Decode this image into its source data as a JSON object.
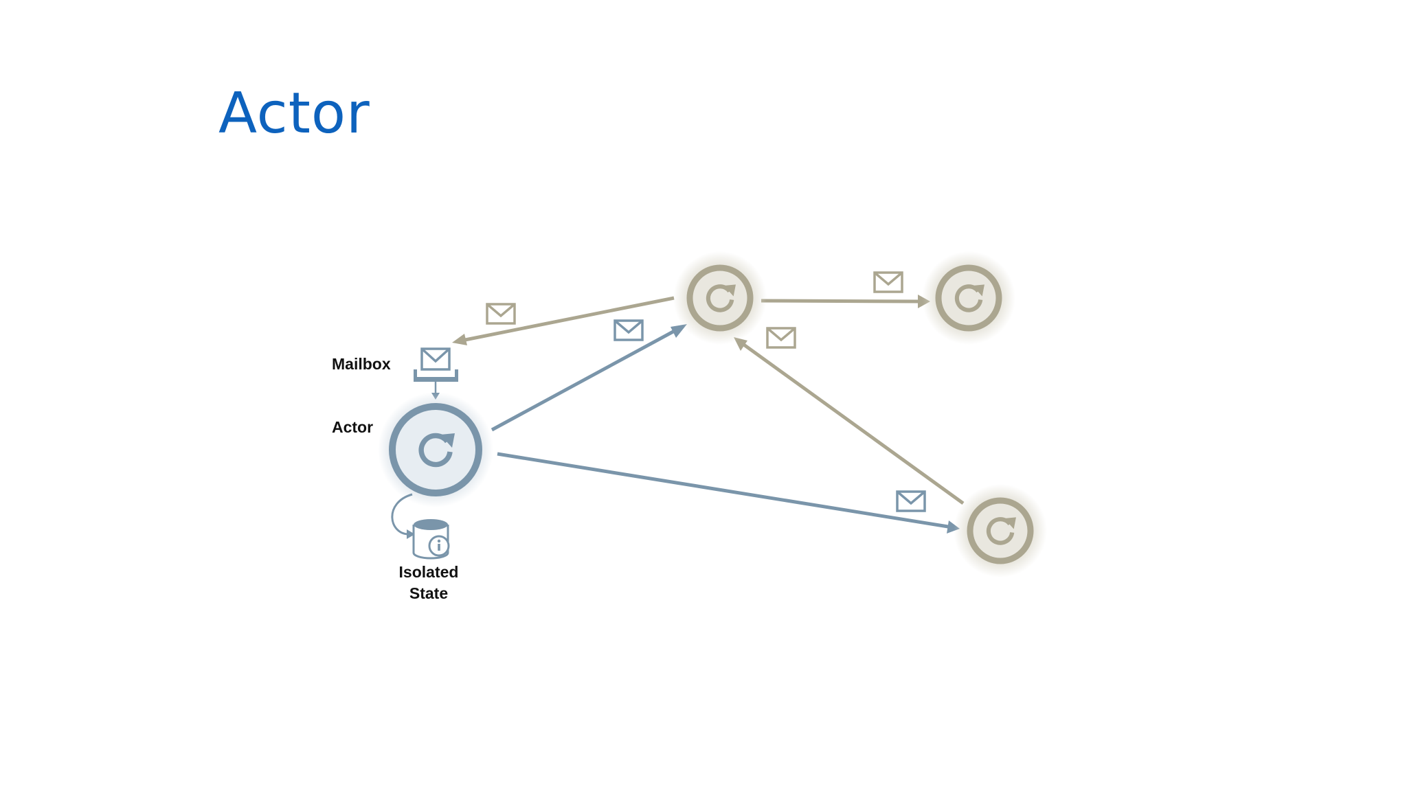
{
  "slide": {
    "title": "Actor"
  },
  "diagram": {
    "labels": {
      "mailbox": "Mailbox",
      "actor": "Actor",
      "isolated_state_line1": "Isolated",
      "isolated_state_line2": "State"
    },
    "colors": {
      "title": "#0d62bd",
      "active_actor": "#7a95aa",
      "inactive_actor": "#aba690",
      "label_text": "#111111"
    },
    "nodes": [
      "main-actor",
      "actor-top-center",
      "actor-top-right",
      "actor-bottom-right"
    ],
    "icons": [
      "actor-refresh-icon",
      "mailbox-icon",
      "envelope-icon",
      "database-info-icon"
    ]
  }
}
